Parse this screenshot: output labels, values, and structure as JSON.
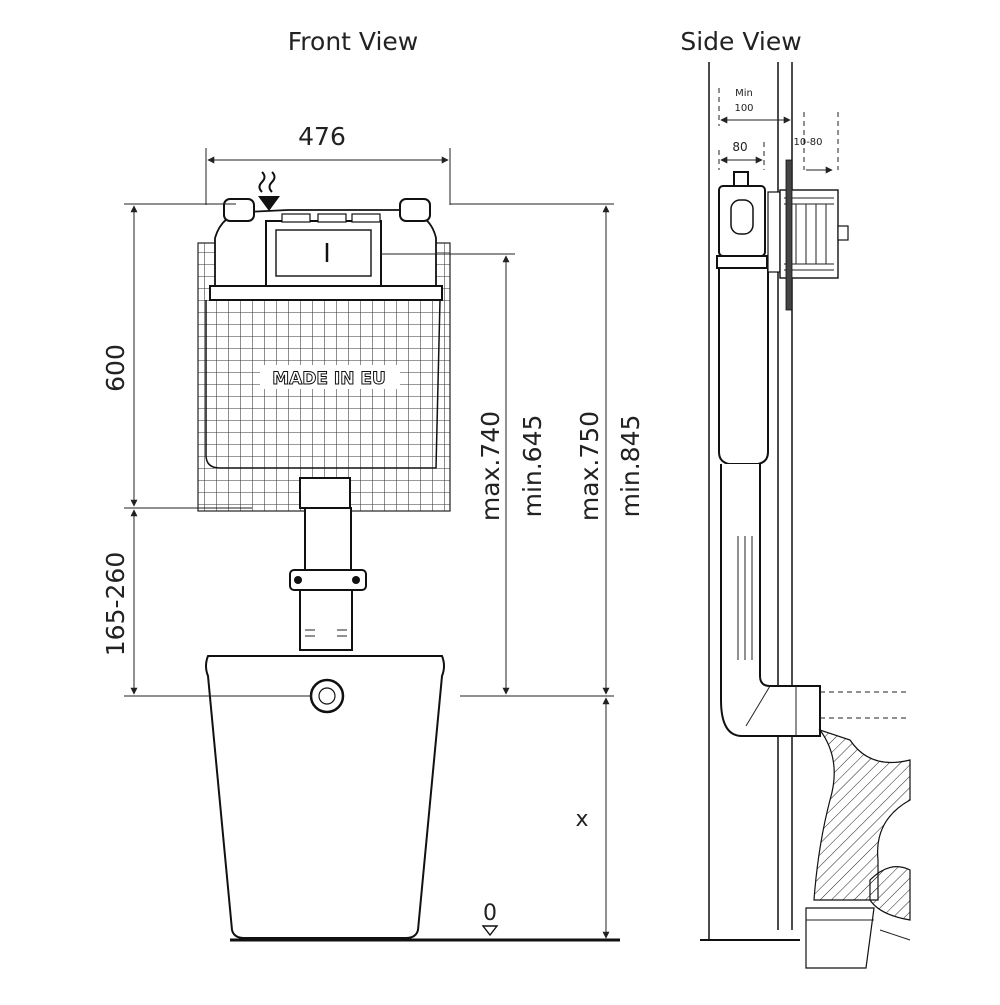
{
  "titles": {
    "front": "Front View",
    "side": "Side View"
  },
  "dimensions": {
    "width": "476",
    "height": "600",
    "lower": "165-260",
    "max740": "max.740",
    "min645": "min.645",
    "max750": "max.750",
    "min845": "min.845",
    "x": "x",
    "zero": "0"
  },
  "side_dimensions": {
    "min_label": "Min",
    "min_value": "100",
    "d80": "80",
    "d10_80": "10-80"
  },
  "labels": {
    "made_in_eu": "MADE IN EU"
  },
  "colors": {
    "line": "#222222",
    "background": "#ffffff"
  }
}
